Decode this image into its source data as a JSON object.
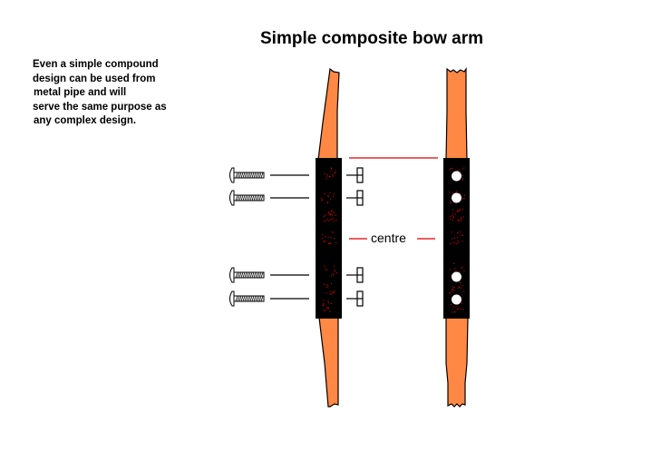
{
  "title": "Simple composite bow arm",
  "description": {
    "lines": [
      "Even a simple compound",
      "design can be used from",
      "metal pipe and will",
      "serve the same purpose as",
      "any complex design."
    ]
  },
  "centre_label": "centre",
  "colors": {
    "limb": "#ff8844",
    "sleeve": "#000000",
    "centre_line": "#dd0000",
    "bolt_hole": "#ffffff",
    "speckle": "#ff0000"
  },
  "components": {
    "screws": [
      "screw",
      "screw",
      "screw",
      "screw"
    ],
    "nuts": [
      "nut",
      "nut",
      "nut",
      "nut"
    ],
    "bolt_holes": [
      "hole",
      "hole",
      "hole",
      "hole"
    ]
  }
}
